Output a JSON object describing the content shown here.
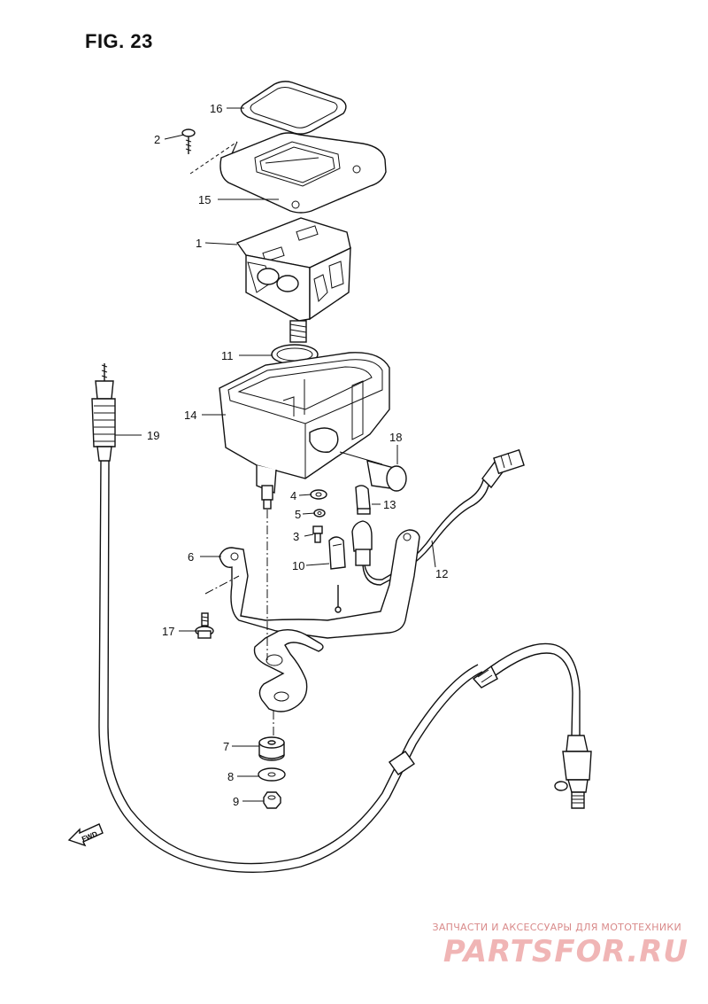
{
  "figure": {
    "title": "FIG. 23",
    "fwd_label": "FWD"
  },
  "callouts": [
    {
      "id": "c16",
      "label": "16"
    },
    {
      "id": "c2",
      "label": "2"
    },
    {
      "id": "c15",
      "label": "15"
    },
    {
      "id": "c1",
      "label": "1"
    },
    {
      "id": "c11",
      "label": "11"
    },
    {
      "id": "c14",
      "label": "14"
    },
    {
      "id": "c19",
      "label": "19"
    },
    {
      "id": "c18",
      "label": "18"
    },
    {
      "id": "c4",
      "label": "4"
    },
    {
      "id": "c5",
      "label": "5"
    },
    {
      "id": "c13",
      "label": "13"
    },
    {
      "id": "c3",
      "label": "3"
    },
    {
      "id": "c6",
      "label": "6"
    },
    {
      "id": "c10",
      "label": "10"
    },
    {
      "id": "c12",
      "label": "12"
    },
    {
      "id": "c17",
      "label": "17"
    },
    {
      "id": "c7",
      "label": "7"
    },
    {
      "id": "c8",
      "label": "8"
    },
    {
      "id": "c9",
      "label": "9"
    }
  ],
  "watermark": {
    "tagline": "ЗАПЧАСТИ И АКСЕССУАРЫ ДЛЯ МОТОТЕХНИКИ",
    "logo_text": "PARTSFOR.RU"
  }
}
